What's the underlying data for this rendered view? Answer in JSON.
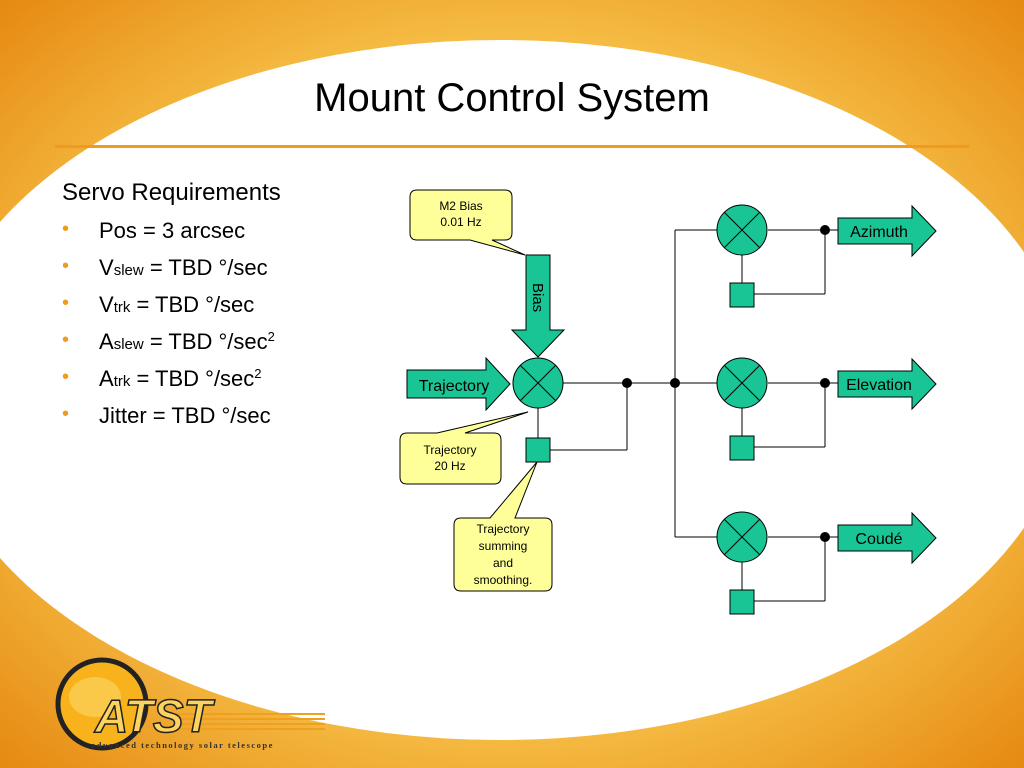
{
  "slide": {
    "title": "Mount Control System"
  },
  "requirements": {
    "heading": "Servo Requirements",
    "bullet_symbol": "•",
    "items": [
      {
        "main": "Pos = 3 arcsec",
        "sub": "",
        "rest": "",
        "sup": ""
      },
      {
        "main": "V",
        "sub": "slew",
        "rest": " = TBD °/sec",
        "sup": ""
      },
      {
        "main": "V",
        "sub": "trk",
        "rest": " = TBD °/sec",
        "sup": ""
      },
      {
        "main": "A",
        "sub": "slew",
        "rest": " = TBD °/sec",
        "sup": "2"
      },
      {
        "main": "A",
        "sub": "trk",
        "rest": " = TBD °/sec",
        "sup": "2"
      },
      {
        "main": "Jitter = TBD °/sec",
        "sub": "",
        "rest": "",
        "sup": ""
      }
    ]
  },
  "diagram": {
    "callouts": {
      "m2_bias": [
        "M2 Bias",
        "0.01 Hz"
      ],
      "trajectory_rate": [
        "Trajectory",
        "20 Hz"
      ],
      "summing": [
        "Trajectory",
        "summing",
        "and",
        "smoothing."
      ]
    },
    "arrows": {
      "bias": "Bias",
      "trajectory": "Trajectory",
      "azimuth": "Azimuth",
      "elevation": "Elevation",
      "coude": "Coudé"
    }
  },
  "logo": {
    "wordmark": "ATST",
    "tagline": "advanced technology solar telescope"
  },
  "colors": {
    "accent_orange": "#f29a1d",
    "element_green": "#19c594",
    "callout_yellow": "#ffff99",
    "background_orange": "#f5b030"
  }
}
